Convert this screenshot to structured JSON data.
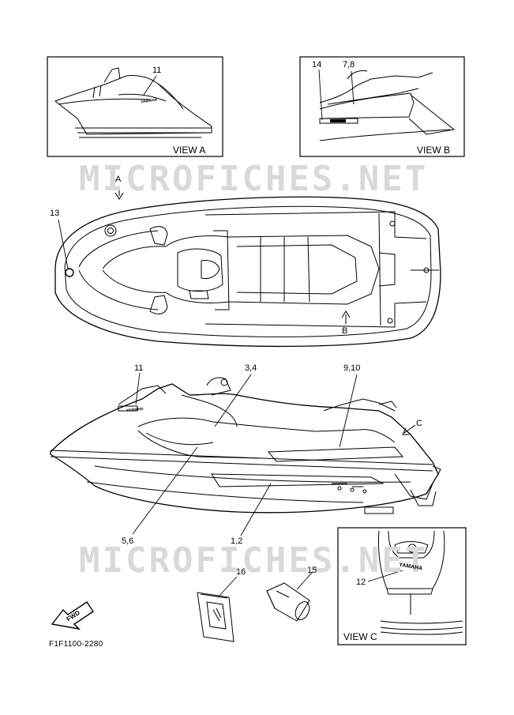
{
  "watermark": "MICROFICHES.NET",
  "labels": {
    "view_a": "VIEW A",
    "view_b": "VIEW B",
    "view_c": "VIEW C",
    "arrow_a": "A",
    "arrow_b": "B",
    "arrow_c": "C",
    "p11_top": "11",
    "p14": "14",
    "p7_8": "7,8",
    "p13": "13",
    "p11_side": "11",
    "p3_4": "3,4",
    "p9_10": "9,10",
    "p5_6": "5,6",
    "p1_2": "1,2",
    "p16": "16",
    "p15": "15",
    "p12": "12",
    "fwd": "FWD",
    "yamaha_logo": "YAMAHA"
  },
  "figure_code": "F1F1100-2280"
}
